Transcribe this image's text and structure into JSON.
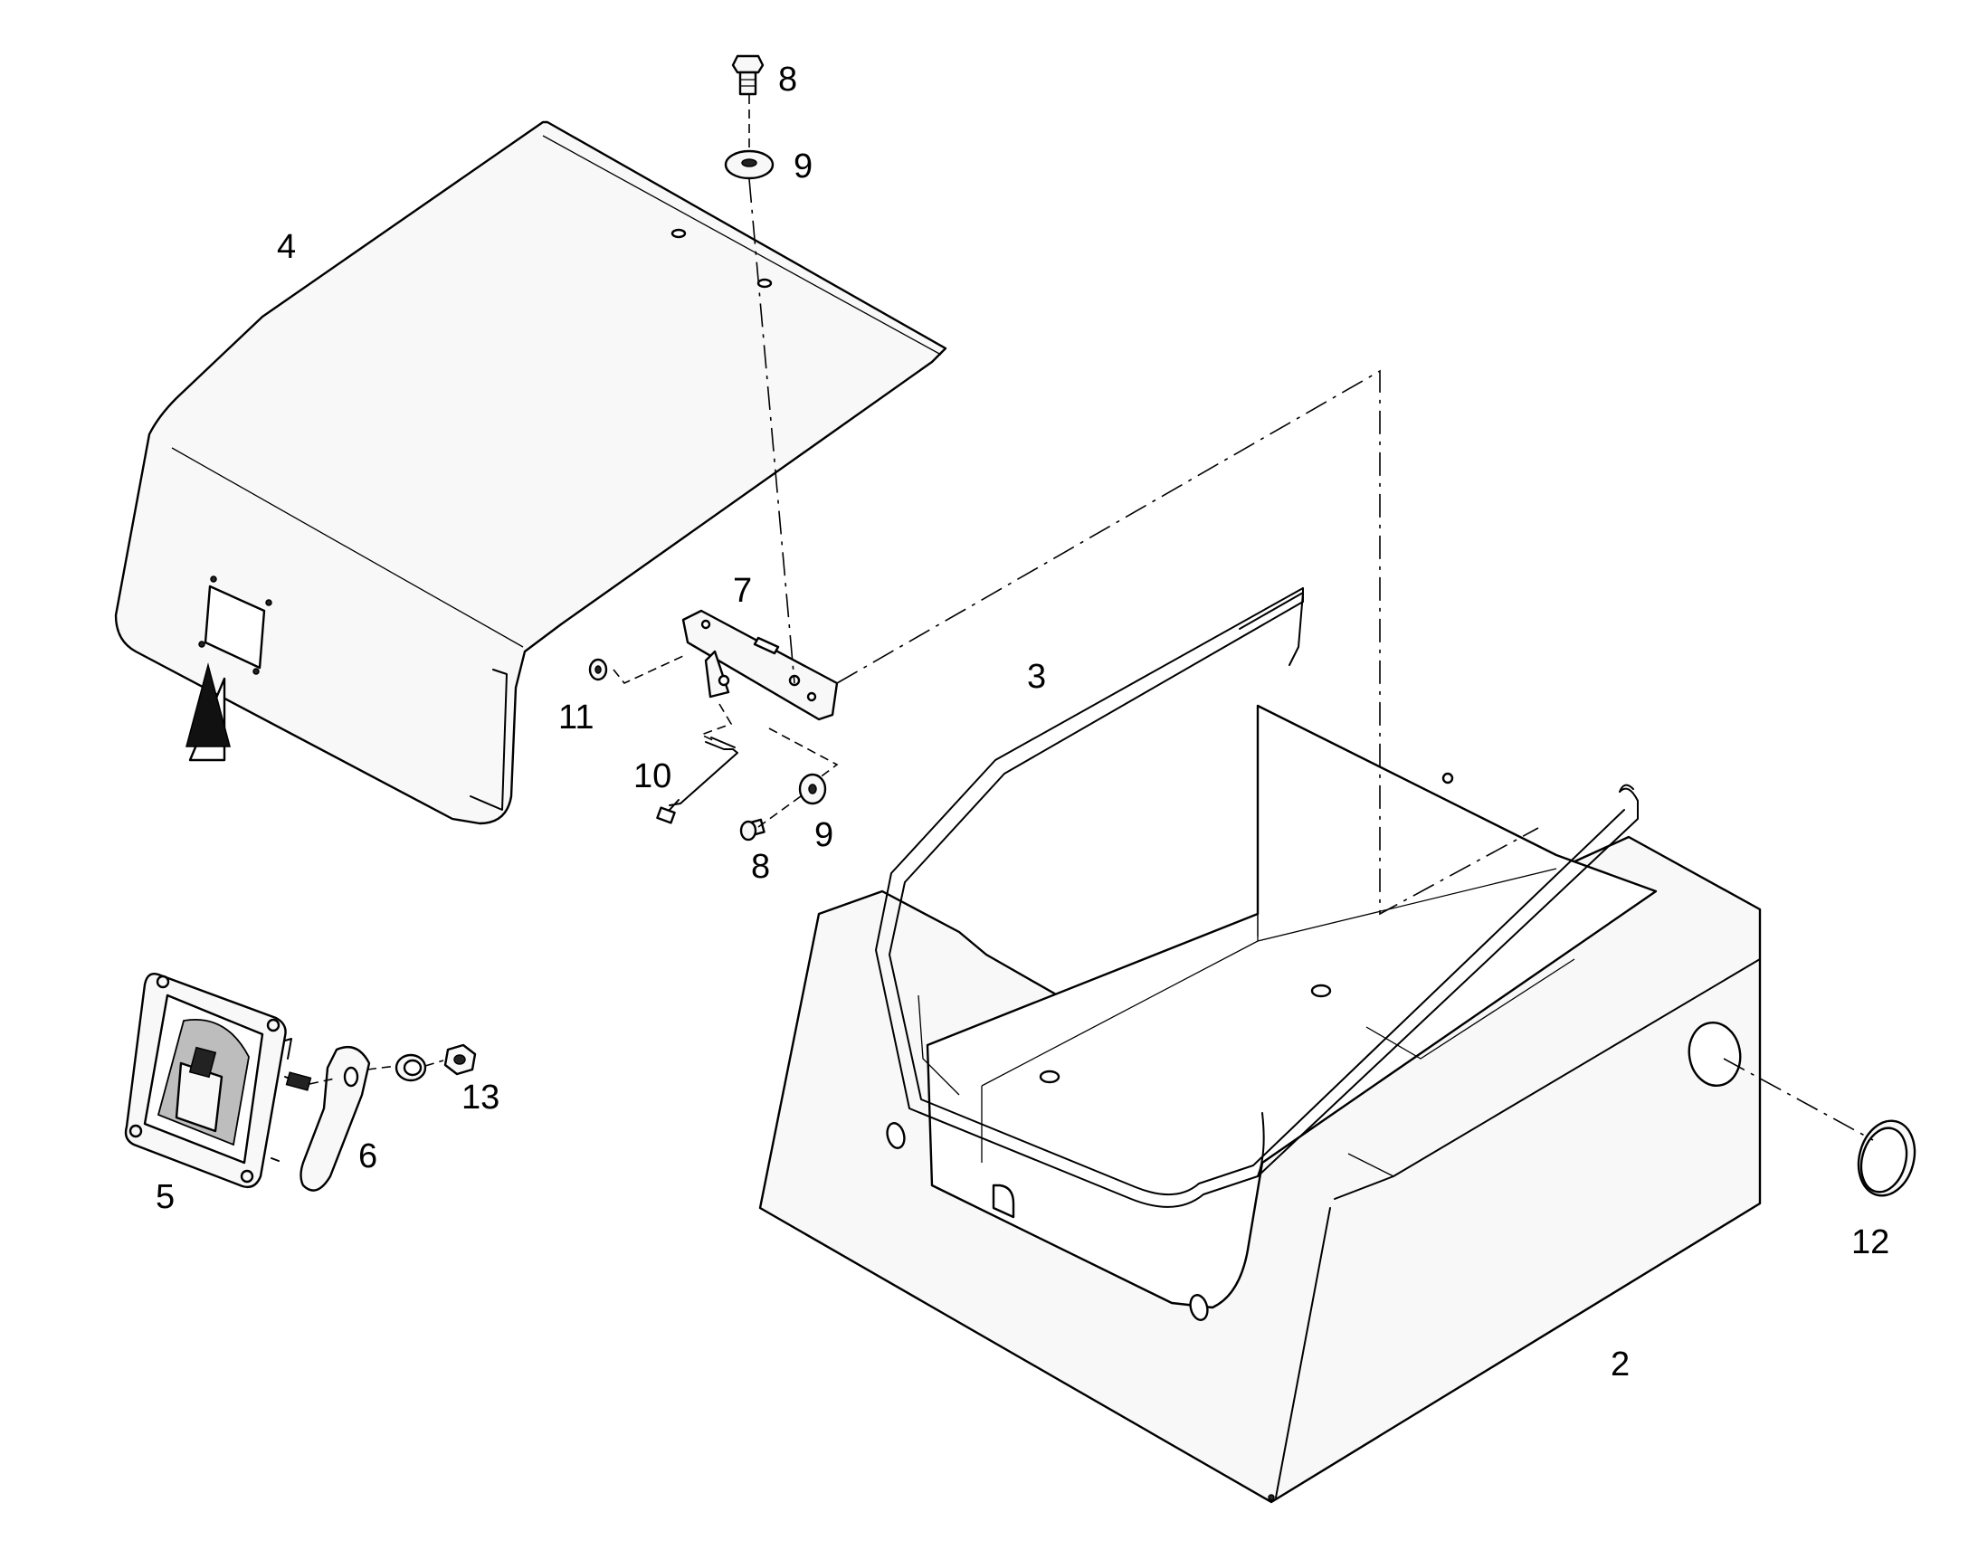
{
  "diagram": {
    "callouts": [
      {
        "id": "c2",
        "text": "2"
      },
      {
        "id": "c3",
        "text": "3"
      },
      {
        "id": "c4",
        "text": "4"
      },
      {
        "id": "c5",
        "text": "5"
      },
      {
        "id": "c6",
        "text": "6"
      },
      {
        "id": "c7",
        "text": "7"
      },
      {
        "id": "c8a",
        "text": "8"
      },
      {
        "id": "c8b",
        "text": "8"
      },
      {
        "id": "c9a",
        "text": "9"
      },
      {
        "id": "c9b",
        "text": "9"
      },
      {
        "id": "c10",
        "text": "10"
      },
      {
        "id": "c11",
        "text": "11"
      },
      {
        "id": "c12",
        "text": "12"
      },
      {
        "id": "c13",
        "text": "13"
      }
    ]
  }
}
